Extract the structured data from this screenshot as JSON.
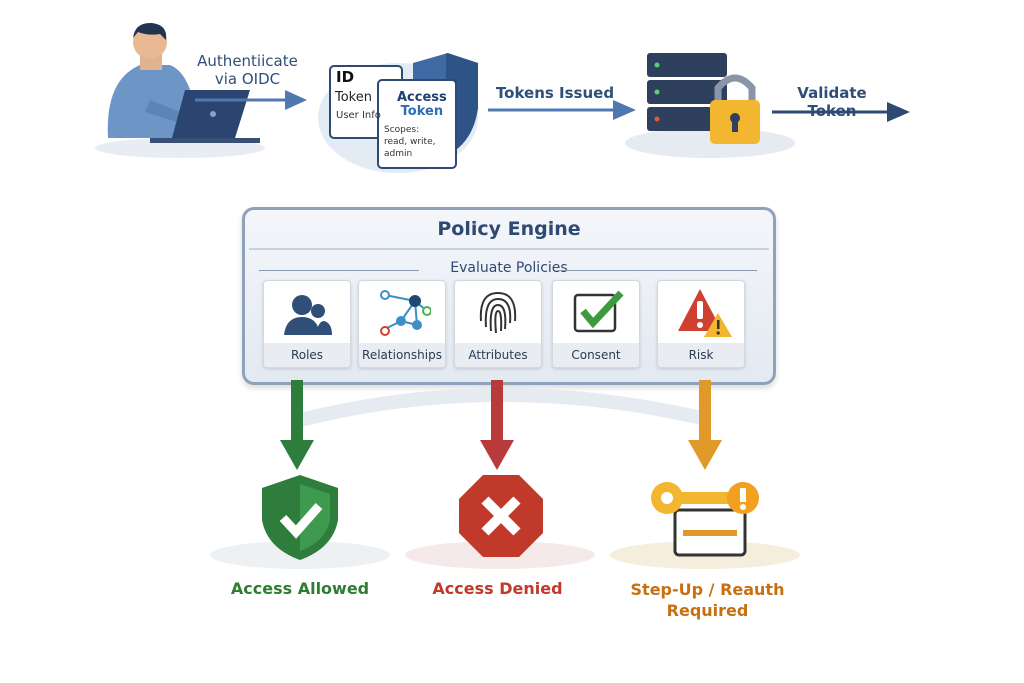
{
  "flow": {
    "step1_label_line1": "Authentiicate",
    "step1_label_line2": "via OIDC",
    "id_token": {
      "title1": "ID",
      "title2": "Token",
      "detail": "User Info"
    },
    "access_token": {
      "title1": "Access",
      "title2": "Token",
      "scopes_label": "Scopes:",
      "scope1": "read, write,",
      "scope2": "admin"
    },
    "step2_label": "Tokens Issued",
    "step3_label": "Validate Token"
  },
  "policy_engine": {
    "title": "Policy Engine",
    "subtitle": "Evaluate Policies",
    "factors": [
      {
        "label": "Roles",
        "icon": "users-icon"
      },
      {
        "label": "Relationships",
        "icon": "graph-icon"
      },
      {
        "label": "Attributes",
        "icon": "fingerprint-icon"
      },
      {
        "label": "Consent",
        "icon": "checkbox-icon"
      },
      {
        "label": "Risk",
        "icon": "warning-icon"
      }
    ]
  },
  "outcomes": [
    {
      "label": "Access Allowed",
      "color": "#2e7d32"
    },
    {
      "label": "Access Denied",
      "color": "#c0392b"
    },
    {
      "label_line1": "Step-Up / Reauth",
      "label_line2": "Required",
      "color": "#c8700f"
    }
  ]
}
